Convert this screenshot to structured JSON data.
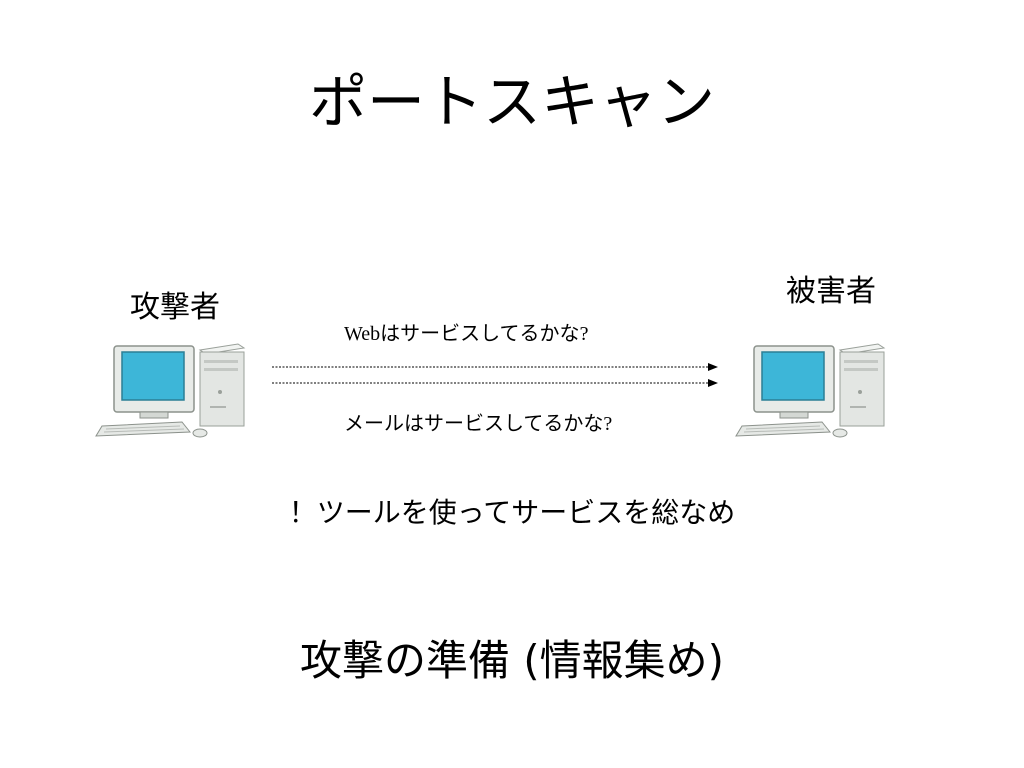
{
  "slide": {
    "title": "ポートスキャン",
    "attacker_label": "攻撃者",
    "victim_label": "被害者",
    "question_web_prefix": "Web",
    "question_web_text": "はサービスしてるかな",
    "question_web_mark": "?",
    "question_mail_text": "メールはサービスしてるかな",
    "question_mail_mark": "?",
    "note": "！ツールを使ってサービスを総なめ",
    "subtitle": "攻撃の準備 (情報集め)"
  },
  "icons": {
    "attacker_computer": "desktop-computer-icon",
    "victim_computer": "desktop-computer-icon"
  },
  "colors": {
    "screen": "#3db6d8",
    "casing": "#e6e9e6",
    "arrow": "#000000"
  }
}
